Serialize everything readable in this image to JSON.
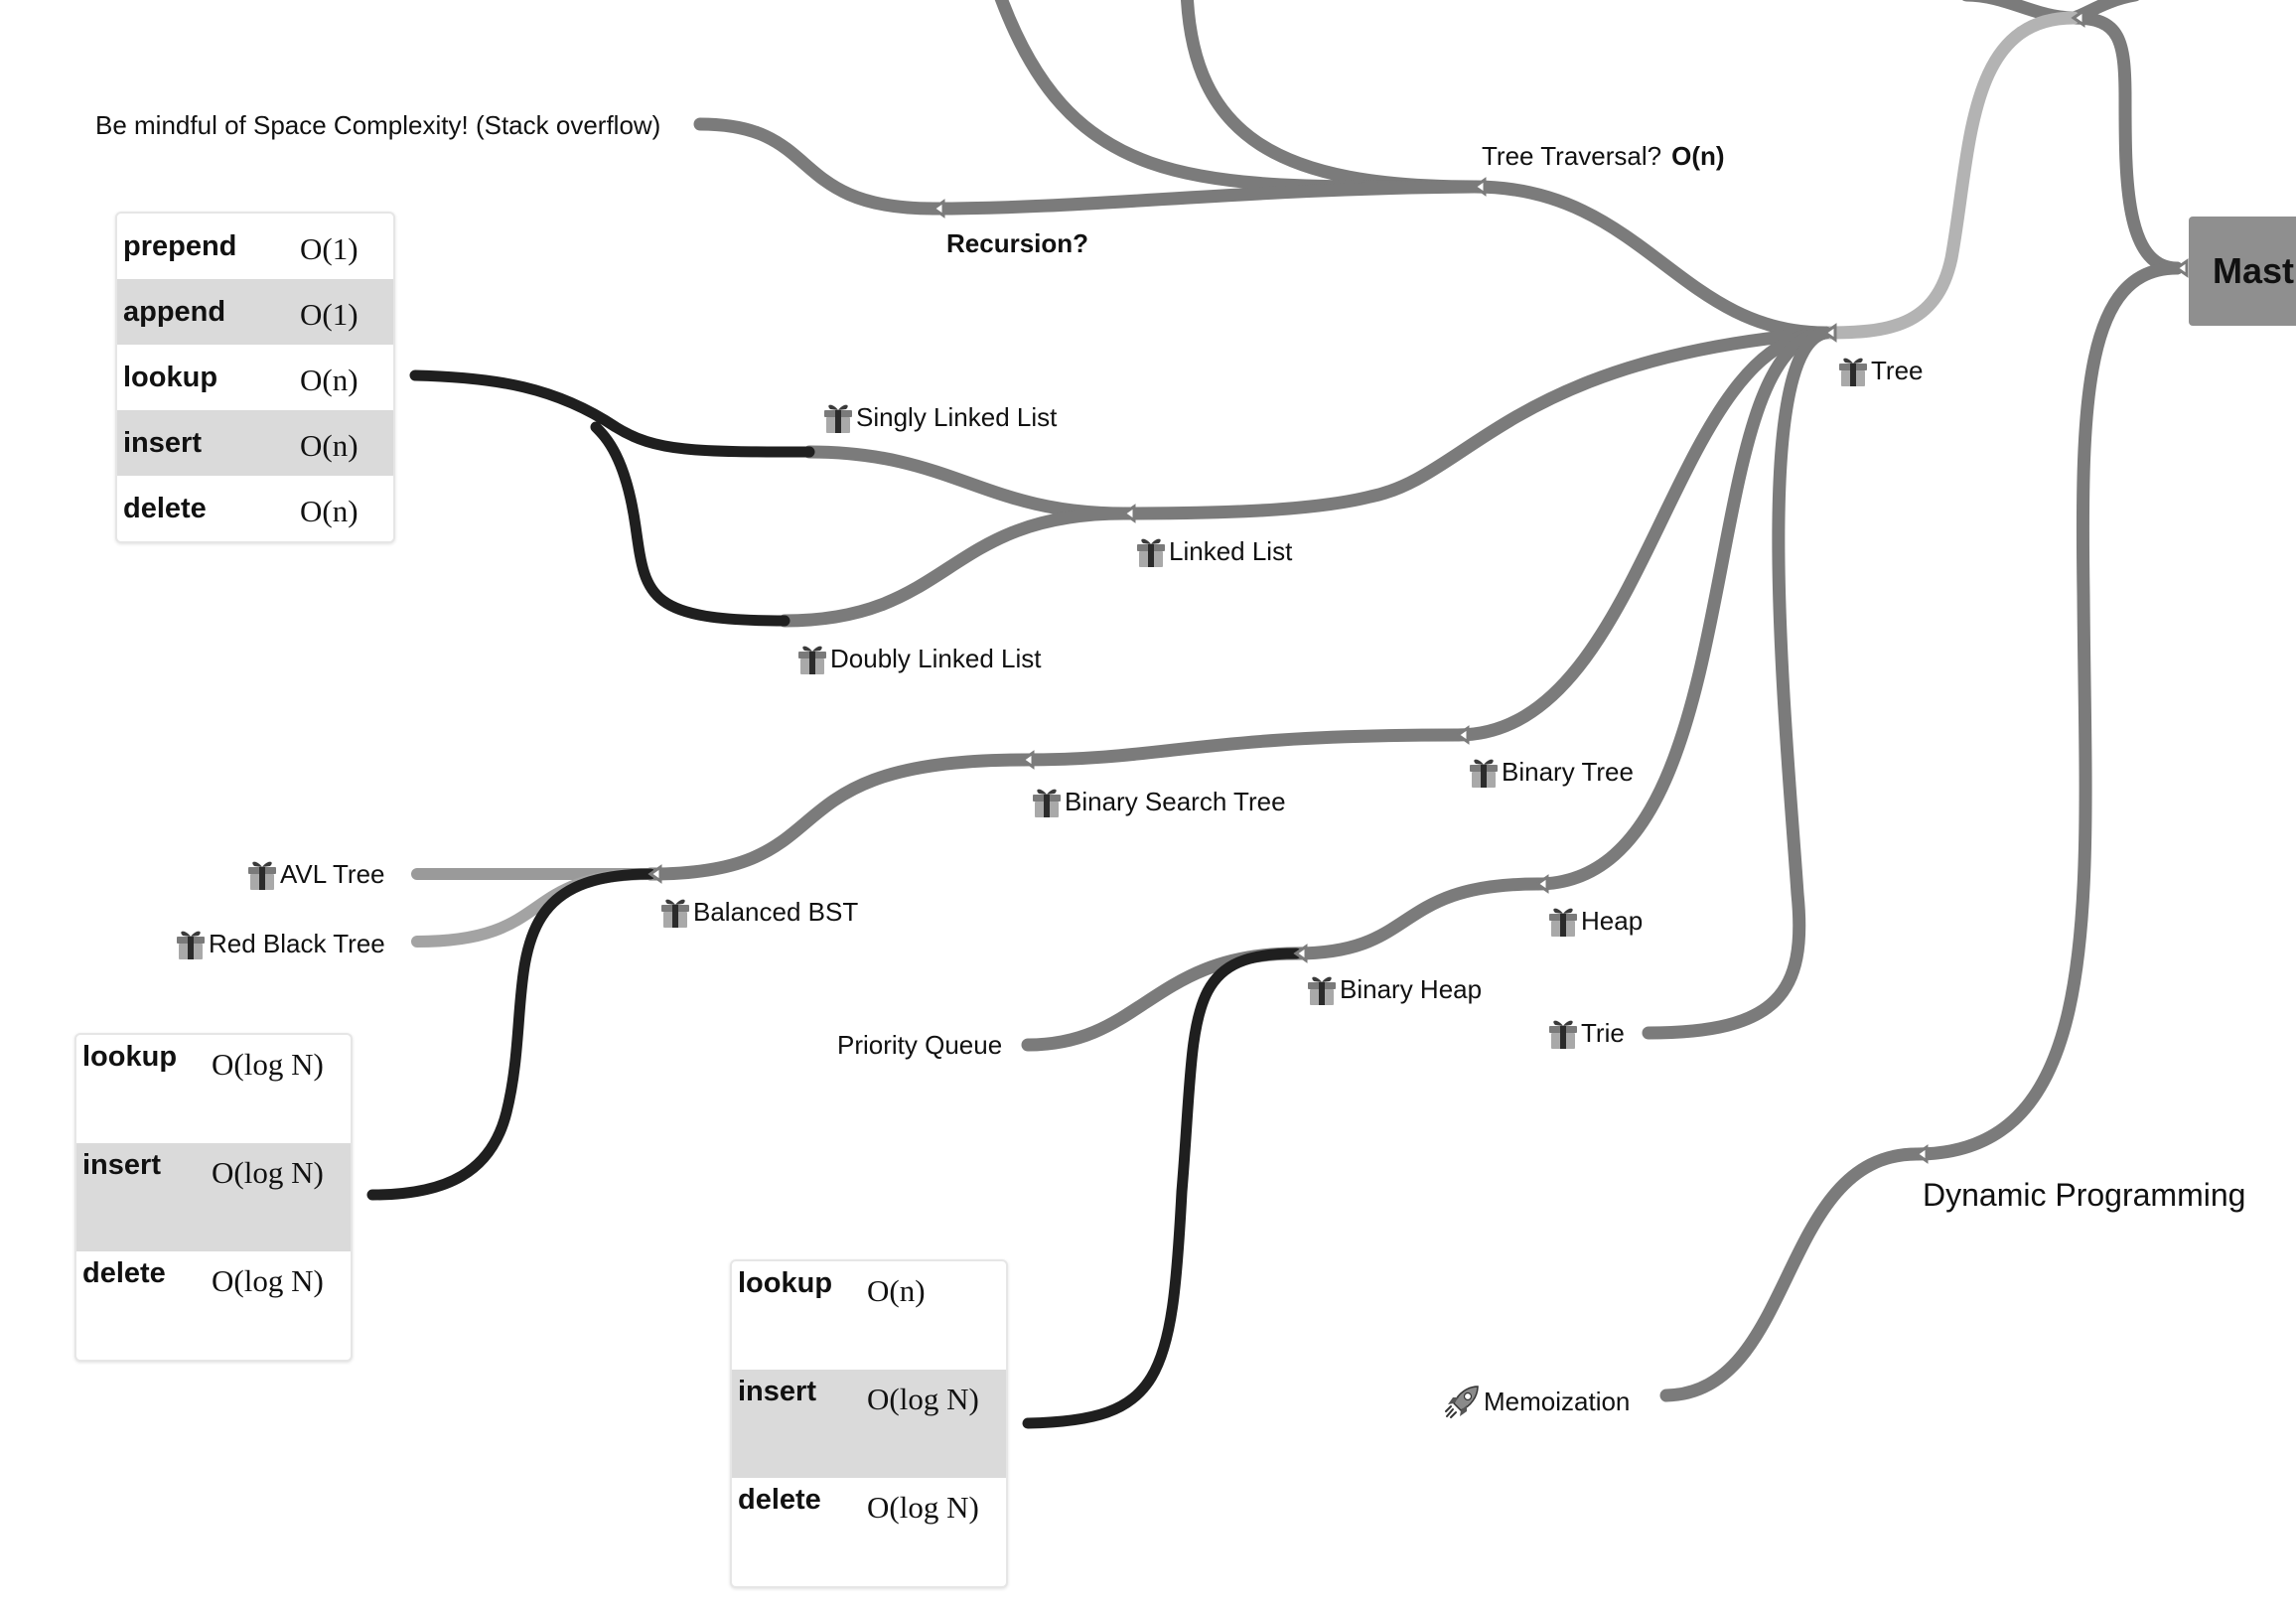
{
  "diagram": {
    "type": "mind-map",
    "colors": {
      "branch": "#7b7b7b",
      "branch_light": "#b3b3b3",
      "branch_medium": "#9a9a9a",
      "complexity_link": "#1f1f1f",
      "root_fill": "#8f8f8f",
      "table_shade": "#dadada"
    },
    "root": {
      "label": "Mast"
    },
    "nodes": {
      "space_note": {
        "text": "Be mindful of Space Complexity! (Stack overflow)"
      },
      "recursion": {
        "text": "Recursion?"
      },
      "tree_traversal": {
        "text": "Tree Traversal?",
        "emphasis": "O(n)"
      },
      "tree": {
        "text": "Tree",
        "icon": "gift-icon"
      },
      "singly_linked_list": {
        "text": "Singly Linked List",
        "icon": "gift-icon"
      },
      "linked_list": {
        "text": "Linked List",
        "icon": "gift-icon"
      },
      "doubly_linked_list": {
        "text": "Doubly Linked List",
        "icon": "gift-icon"
      },
      "binary_tree": {
        "text": "Binary Tree",
        "icon": "gift-icon"
      },
      "binary_search_tree": {
        "text": "Binary Search Tree",
        "icon": "gift-icon"
      },
      "avl_tree": {
        "text": "AVL Tree",
        "icon": "gift-icon"
      },
      "red_black_tree": {
        "text": "Red Black Tree",
        "icon": "gift-icon"
      },
      "balanced_bst": {
        "text": "Balanced BST",
        "icon": "gift-icon"
      },
      "heap": {
        "text": "Heap",
        "icon": "gift-icon"
      },
      "binary_heap": {
        "text": "Binary Heap",
        "icon": "gift-icon"
      },
      "priority_queue": {
        "text": "Priority Queue"
      },
      "trie": {
        "text": "Trie",
        "icon": "gift-icon"
      },
      "dynamic_programming": {
        "text": "Dynamic Programming"
      },
      "memoization": {
        "text": "Memoization",
        "icon": "rocket-icon"
      }
    },
    "tables": {
      "linked_list": [
        {
          "op": "prepend",
          "cost": "O(1)"
        },
        {
          "op": "append",
          "cost": "O(1)"
        },
        {
          "op": "lookup",
          "cost": "O(n)"
        },
        {
          "op": "insert",
          "cost": "O(n)"
        },
        {
          "op": "delete",
          "cost": "O(n)"
        }
      ],
      "balanced_bst": [
        {
          "op": "lookup",
          "cost": "O(log N)"
        },
        {
          "op": "insert",
          "cost": "O(log N)"
        },
        {
          "op": "delete",
          "cost": "O(log N)"
        }
      ],
      "binary_heap": [
        {
          "op": "lookup",
          "cost": "O(n)"
        },
        {
          "op": "insert",
          "cost": "O(log N)"
        },
        {
          "op": "delete",
          "cost": "O(log N)"
        }
      ]
    }
  }
}
